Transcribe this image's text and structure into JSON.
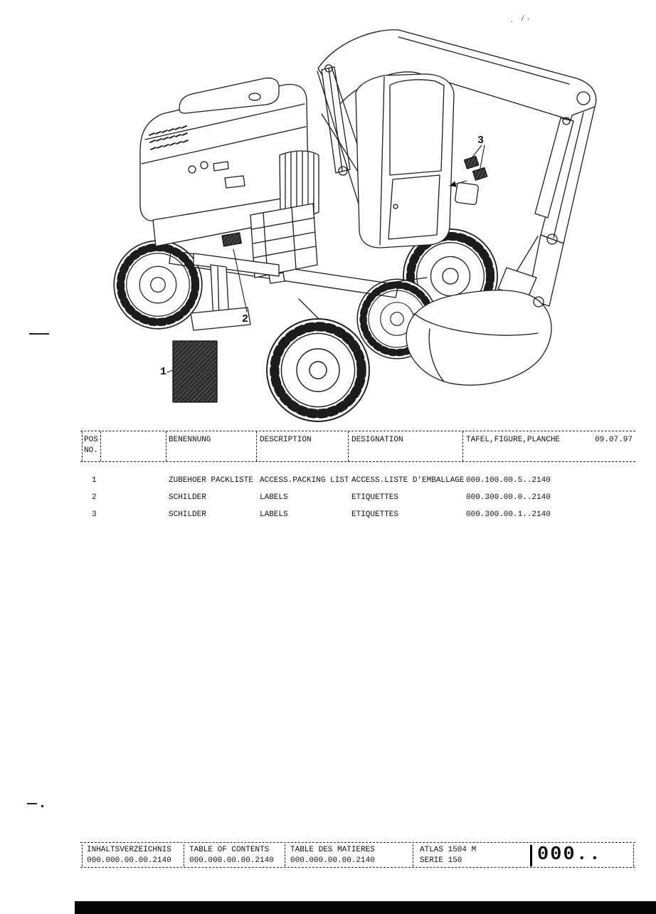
{
  "page": {
    "date": "09.07.97",
    "corner_mark": ". /.",
    "colors": {
      "ink": "#111111",
      "paper": "#ffffff"
    }
  },
  "diagram": {
    "callout_1": "1",
    "callout_2": "2",
    "callout_3": "3"
  },
  "parts_table": {
    "headers": {
      "pos_line1": "POS",
      "pos_line2": "NO.",
      "benennung": "BENENNUNG",
      "description": "DESCRIPTION",
      "designation": "DESIGNATION",
      "tafel": "TAFEL,FIGURE,PLANCHE"
    },
    "rows": [
      {
        "pos": "1",
        "benennung": "ZUBEHOER PACKLISTE",
        "description": "ACCESS.PACKING LIST",
        "designation": "ACCESS.LISTE D'EMBALLAGE",
        "tafel": "000.100.00.5..2140"
      },
      {
        "pos": "2",
        "benennung": "SCHILDER",
        "description": "LABELS",
        "designation": "ETIQUETTES",
        "tafel": "000.300.00.0..2140"
      },
      {
        "pos": "3",
        "benennung": "SCHILDER",
        "description": "LABELS",
        "designation": "ETIQUETTES",
        "tafel": "000.300.00.1..2140"
      }
    ]
  },
  "footer": {
    "cells": [
      {
        "line1": "INHALTSVERZEICHNIS",
        "line2": "000.000.00.00.2140"
      },
      {
        "line1": "TABLE OF CONTENTS",
        "line2": "000.000.00.00.2140"
      },
      {
        "line1": "TABLE DES MATIERES",
        "line2": "000.000.00.00.2140"
      },
      {
        "line1": "ATLAS 1504 M",
        "line2": "SERIE 150"
      }
    ],
    "page_code": "000.."
  }
}
